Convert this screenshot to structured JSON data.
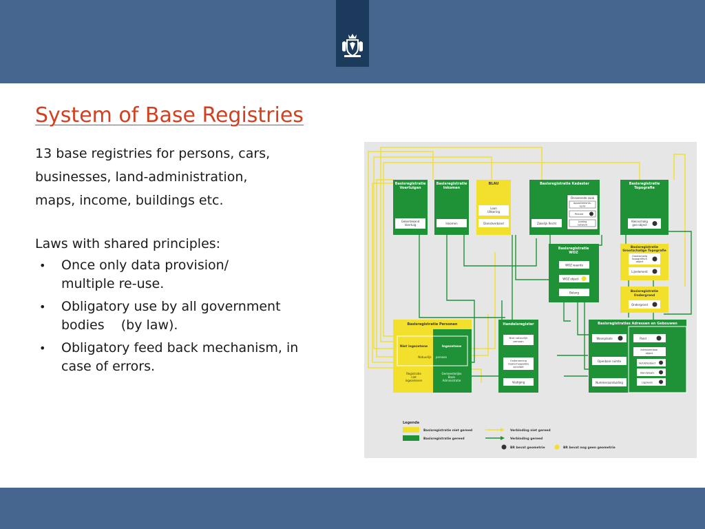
{
  "slide": {
    "title": "System of Base Registries",
    "intro_lines": [
      "13 base registries for persons, cars,",
      "businesses, land-administration,",
      "maps, income, buildings etc."
    ],
    "laws_heading": "Laws with shared principles:",
    "bullets": [
      {
        "lines": [
          "Once only data provision/",
          "multiple re-use."
        ]
      },
      {
        "lines": [
          "Obligatory use by all government",
          "bodies    (by law)."
        ]
      },
      {
        "lines": [
          "Obligatory feed back mechanism, in",
          "case of errors."
        ]
      }
    ]
  },
  "diagram": {
    "blocks": {
      "voertuigen": {
        "title": [
          "Basisregistratie",
          "Voertuigen"
        ],
        "item": [
          "Gekentekend",
          "Voertuig"
        ]
      },
      "inkomen": {
        "title": [
          "Basisregistratie",
          "Inkomen"
        ],
        "item": [
          "Inkomen"
        ]
      },
      "blau": {
        "title": [
          "BLAU"
        ],
        "item_top": [
          "Loon",
          "Uitkering"
        ],
        "item": [
          "Dienstverband"
        ]
      },
      "kadaster": {
        "title": [
          "Basisregistratie Kadaster"
        ],
        "item": [
          "Zakelijk Recht"
        ],
        "sub_title": "Onroerende zaak",
        "sub_items": [
          [
            "Appartements-",
            "recht"
          ],
          [
            "Perceel"
          ],
          [
            "Leiding",
            "netwerk"
          ]
        ]
      },
      "topografie": {
        "title": [
          "Basisregistratie",
          "Topografie"
        ],
        "item": [
          "Kleinschalig",
          "geo-object"
        ]
      },
      "woz": {
        "title": [
          "Basisregistratie",
          "WOZ"
        ],
        "items": [
          [
            "WOZ waarde"
          ],
          [
            "WOZ object"
          ],
          [
            "Belang"
          ]
        ]
      },
      "grootschalige": {
        "title": [
          "Basisregistratie",
          "Grootschalige Topografie"
        ],
        "items": [
          [
            "Grootschalig",
            "topografisch",
            "object"
          ],
          [
            "Lijnelement"
          ]
        ]
      },
      "ondergrond": {
        "title": [
          "Basisregistratie",
          "Ondergrond"
        ],
        "item": [
          "Ondergrond"
        ]
      },
      "personen": {
        "title": [
          "Basisregistratie Personen"
        ],
        "niet_ingezetene": "Niet ingezetene",
        "ingezetene": "Ingezetene",
        "natuurlijk": "Natuurlijk",
        "persoon": "persoon",
        "rni": [
          "Registratie",
          "niet",
          "ingezetenen"
        ],
        "gba": [
          "Gemeentelijke",
          "Basis",
          "Administratie"
        ]
      },
      "handelsregister": {
        "title": [
          "Handelsregister"
        ],
        "items": [
          [
            "Niet natuurlijk",
            "persoon"
          ],
          [
            "Onderneming",
            "maatschappelijke",
            "activiteit"
          ],
          [
            "Vestiging"
          ]
        ]
      },
      "bag": {
        "title": [
          "Basisregistraties Adressen en Gebouwen"
        ],
        "left_items": [
          [
            "Woonplaats"
          ],
          [
            "Openbare ruimte"
          ],
          [
            "Nummeraanduiding"
          ]
        ],
        "right_items": [
          [
            "Pand"
          ],
          [
            "Adresseerbaar",
            "object"
          ],
          [
            "Verblijfsobject"
          ],
          [
            "Standplaats"
          ],
          [
            "Ligplaats"
          ]
        ]
      }
    },
    "legend": {
      "title": "Legenda",
      "items": [
        "Basisregistratie niet gereed",
        "Basisregistratie gereed",
        "Verbinding niet gereed",
        "Verbinding gereed",
        "BR bevat geometrie",
        "BR bevat nog geen geometrie"
      ]
    },
    "colors": {
      "ready": "#1f9136",
      "not_ready": "#f2e02d",
      "line_ready": "#1f9136",
      "line_not_ready": "#f2e02d",
      "background": "#e6e6e6",
      "header_bar": "#46668f"
    }
  }
}
